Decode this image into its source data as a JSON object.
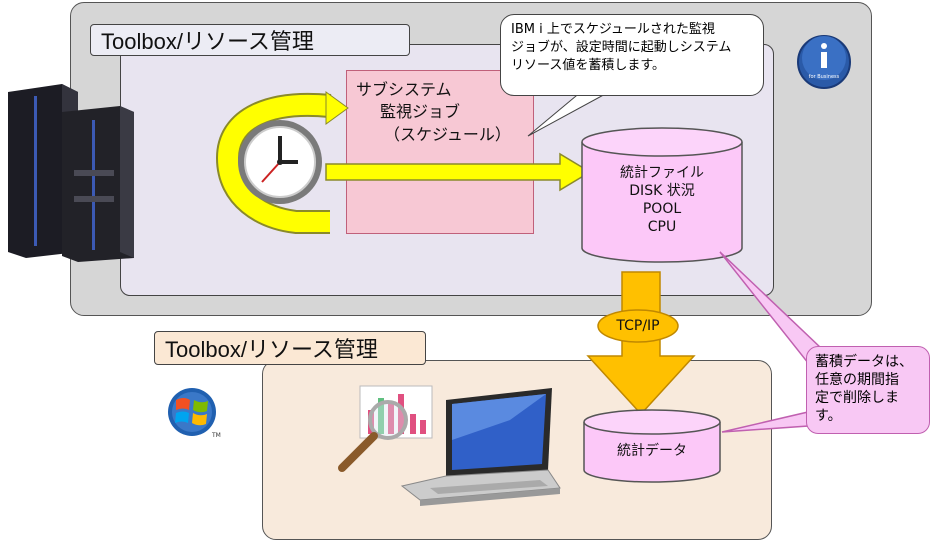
{
  "top_panel": {
    "title": "Toolbox/リソース管理"
  },
  "subsystem_box": {
    "line1": "サブシステム",
    "line2": "監視ジョブ",
    "line3": "（スケジュール）"
  },
  "stats_file": {
    "line1": "統計ファイル",
    "line2": "DISK 状況",
    "line3": "POOL",
    "line4": "CPU"
  },
  "callout_ibm": {
    "line1": "IBM i 上でスケジュールされた監視",
    "line2": "ジョブが、設定時間に起動しシステム",
    "line3": "リソース値を蓄積します。"
  },
  "transfer": {
    "protocol": "TCP/IP"
  },
  "bottom_panel": {
    "title": "Toolbox/リソース管理"
  },
  "stats_data": {
    "label": "統計データ"
  },
  "callout_delete": {
    "line1": "蓄積データは、",
    "line2": "任意の期間指",
    "line3": "定で削除しま",
    "line4": "す。"
  },
  "ibm_logo": {
    "text": "for Business",
    "icon": "ibm-i-logo"
  },
  "windows_logo": {
    "mark": "TM",
    "icon": "windows-logo"
  },
  "colors": {
    "arrow_yellow": "#ffff00",
    "arrow_orange": "#ffc000",
    "cylinder_pink": "#fcc8f8",
    "subsystem_pink": "#f7c8d4"
  }
}
